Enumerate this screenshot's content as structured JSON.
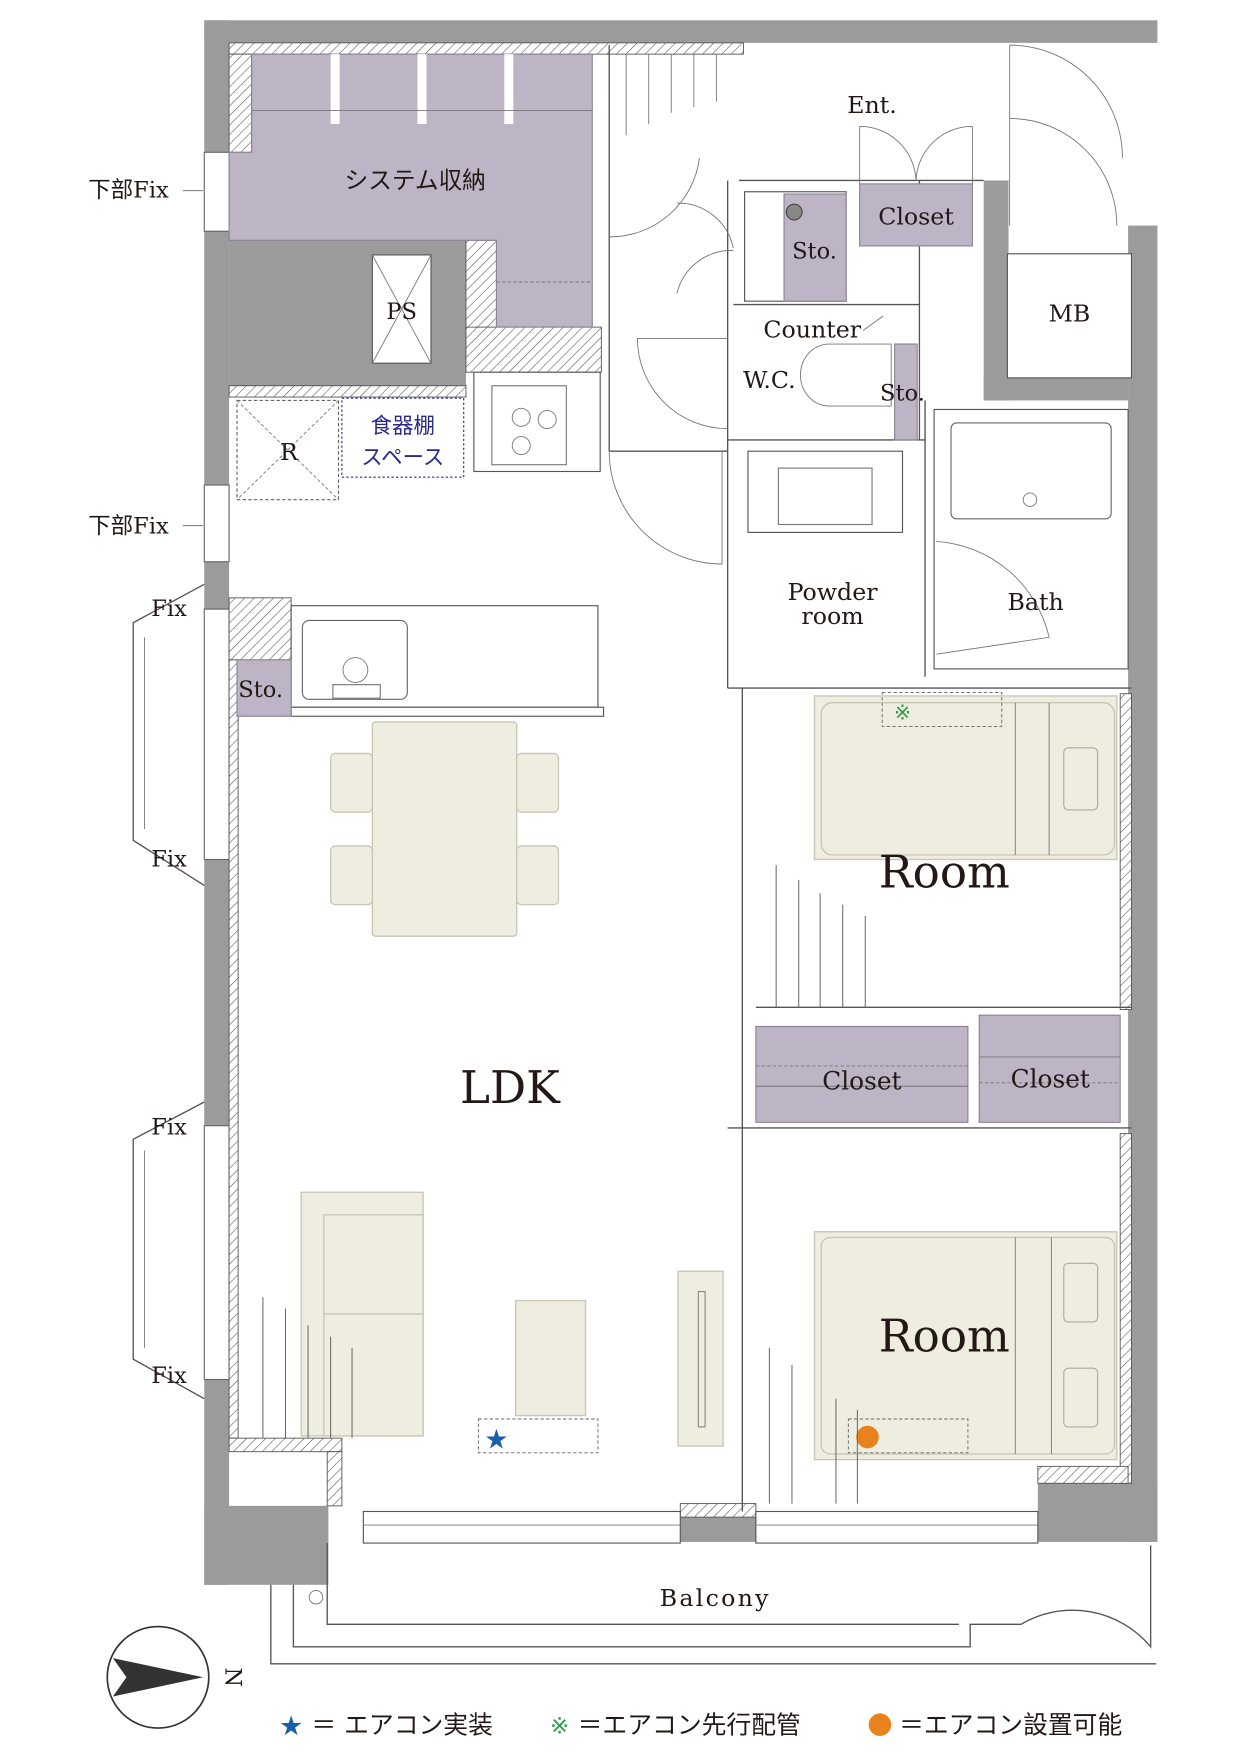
{
  "floorplan": {
    "rooms": {
      "system_storage": "システム収納",
      "ps": "PS",
      "entrance": "Ent.",
      "entrance_closet": "Closet",
      "entrance_storage": "Sto.",
      "mb": "MB",
      "counter": "Counter",
      "wc": "W.C.",
      "wc_storage": "Sto.",
      "refrigerator": "R",
      "cupboard_space_line1": "食器棚",
      "cupboard_space_line2": "スペース",
      "powder_room_line1": "Powder",
      "powder_room_line2": "room",
      "bath": "Bath",
      "kitchen_storage": "Sto.",
      "room_upper": "Room",
      "room_lower": "Room",
      "closet_left": "Closet",
      "closet_right": "Closet",
      "ldk": "LDK",
      "balcony": "Balcony"
    },
    "windows": {
      "lower_fix_1": "下部Fix",
      "lower_fix_2": "下部Fix",
      "fix_1": "Fix",
      "fix_2": "Fix",
      "fix_3": "Fix",
      "fix_4": "Fix"
    },
    "compass": {
      "north_label": "N"
    }
  },
  "legend": {
    "items": [
      {
        "symbol": "★",
        "text": "＝ エアコン実装",
        "color": "#1a5fa8"
      },
      {
        "symbol": "※",
        "text": "＝エアコン先行配管",
        "color": "#2e9a4a"
      },
      {
        "symbol": "●",
        "text": "＝エアコン設置可能",
        "color": "#e8821e"
      }
    ]
  }
}
